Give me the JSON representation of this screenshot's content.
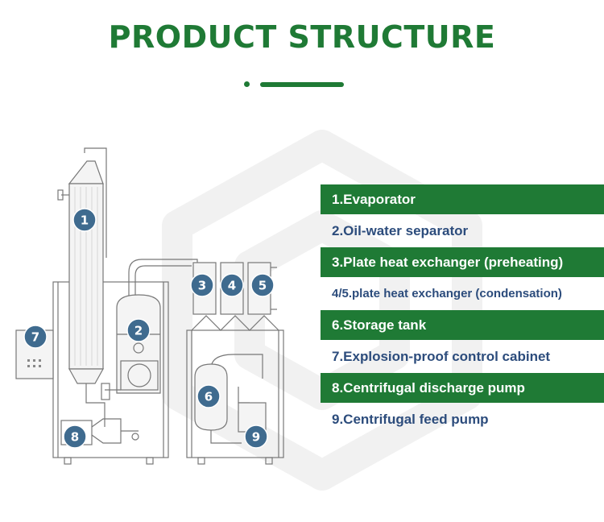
{
  "header": {
    "title": "PRODUCT STRUCTURE"
  },
  "badges": [
    "1",
    "2",
    "3",
    "4",
    "5",
    "6",
    "7",
    "8",
    "9"
  ],
  "legend": [
    {
      "text": "1.Evaporator",
      "highlight": true
    },
    {
      "text": "2.Oil-water separator",
      "highlight": false
    },
    {
      "text": "3.Plate heat exchanger (preheating)",
      "highlight": true
    },
    {
      "text": "4/5.plate heat exchanger (condensation)",
      "highlight": false
    },
    {
      "text": "6.Storage tank",
      "highlight": true
    },
    {
      "text": "7.Explosion-proof control cabinet",
      "highlight": false
    },
    {
      "text": "8.Centrifugal discharge pump",
      "highlight": true
    },
    {
      "text": "9.Centrifugal feed pump",
      "highlight": false
    }
  ],
  "colors": {
    "accent_green": "#1f7a35",
    "legend_text_blue": "#2c4c7c",
    "badge_blue": "#3f6b8f"
  }
}
